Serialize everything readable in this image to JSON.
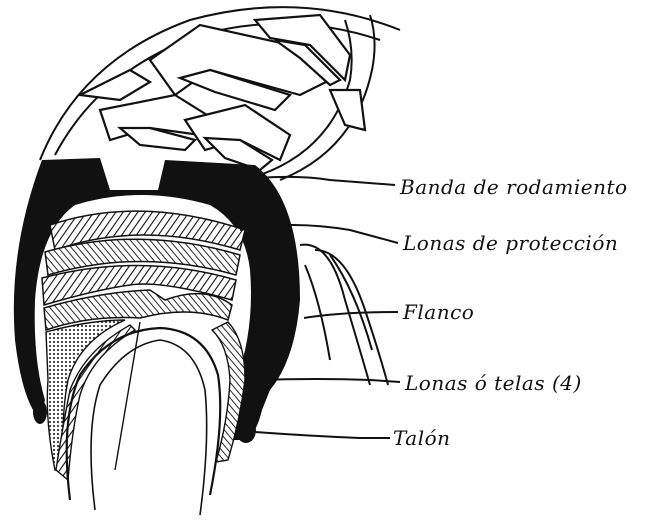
{
  "labels": {
    "tread": "Banda de rodamiento",
    "protection_plies": "Lonas de protección",
    "sidewall": "Flanco",
    "plies": "Lonas ó telas (4)",
    "bead": "Talón"
  },
  "colors": {
    "ink": "#111111",
    "paper": "#ffffff"
  }
}
